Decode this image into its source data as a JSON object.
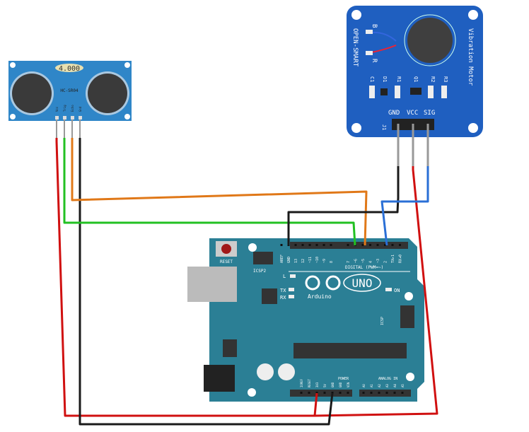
{
  "sensor": {
    "display": "4.000",
    "model": "HC-SR04",
    "pins": [
      "Vcc",
      "Trig",
      "Echo",
      "Gnd"
    ]
  },
  "motor_module": {
    "brand": "OPEN-SMART",
    "title": "Vibration Motor",
    "pins": [
      "GND",
      "VCC",
      "SIG"
    ],
    "labels": [
      "B",
      "R",
      "C1",
      "D1",
      "R1",
      "Q1",
      "R2",
      "R3",
      "J1"
    ]
  },
  "arduino": {
    "reset": "RESET",
    "icsp2": "ICSP2",
    "icsp": "ICSP",
    "logo": "UNO",
    "brand": "Arduino",
    "led_l": "L",
    "led_tx": "TX",
    "led_rx": "RX",
    "led_on": "ON",
    "digital": "DIGITAL (PWM=~)",
    "digital_pins": [
      "AREF",
      "GND",
      "13",
      "12",
      "~11",
      "~10",
      "~9",
      "8",
      "7",
      "~6",
      "~5",
      "4",
      "~3",
      "2",
      "TX▸1",
      "RX◂0"
    ],
    "power": "POWER",
    "power_pins": [
      "IOREF",
      "RESET",
      "3V3",
      "5V",
      "GND",
      "GND",
      "VIN"
    ],
    "analog": "ANALOG IN",
    "analog_pins": [
      "A0",
      "A1",
      "A2",
      "A3",
      "A4",
      "A5"
    ]
  },
  "colors": {
    "board": "#2b7f95",
    "sensor": "#2f86c8",
    "motor": "#1f5fc0",
    "red": "#d01010",
    "black": "#1a1a1a",
    "green": "#22c022",
    "orange": "#e07818",
    "blue": "#2a6fd6"
  }
}
